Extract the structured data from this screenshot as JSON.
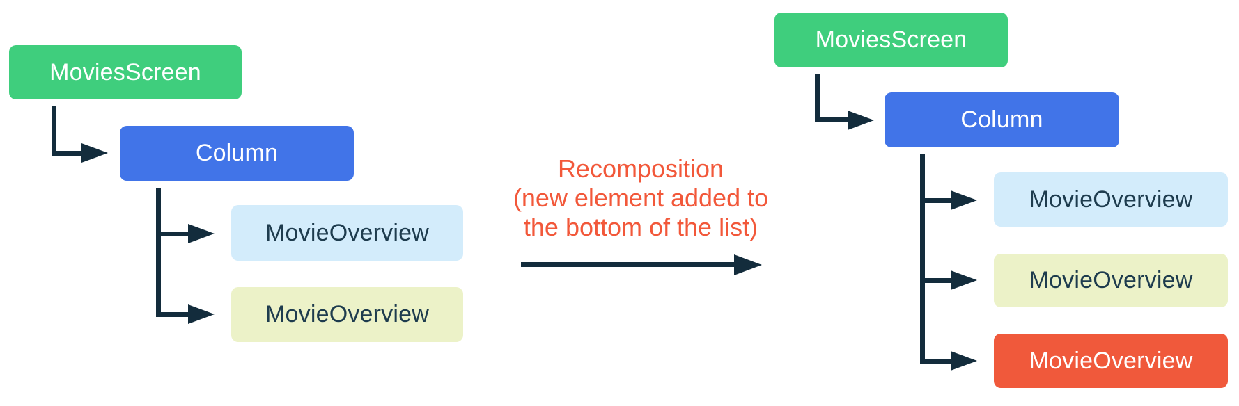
{
  "colors": {
    "green": "#3FCE7D",
    "blue": "#4174E8",
    "light-blue": "#D3ECFB",
    "light-yellow": "#ECF2C8",
    "orange": "#F0593B",
    "navy": "#132C3C",
    "caption": "#F2583A",
    "text-light": "#FFFFFF",
    "text-dark": "#1E3C4E"
  },
  "left_tree": {
    "nodes": {
      "screen": {
        "label": "MoviesScreen"
      },
      "column": {
        "label": "Column"
      },
      "item1": {
        "label": "MovieOverview"
      },
      "item2": {
        "label": "MovieOverview"
      }
    }
  },
  "transition": {
    "caption": {
      "line1": "Recomposition",
      "line2": "(new element added to",
      "line3": "the bottom of the list)"
    }
  },
  "right_tree": {
    "nodes": {
      "screen": {
        "label": "MoviesScreen"
      },
      "column": {
        "label": "Column"
      },
      "item1": {
        "label": "MovieOverview"
      },
      "item2": {
        "label": "MovieOverview"
      },
      "item3": {
        "label": "MovieOverview",
        "highlight": "new element"
      }
    }
  }
}
